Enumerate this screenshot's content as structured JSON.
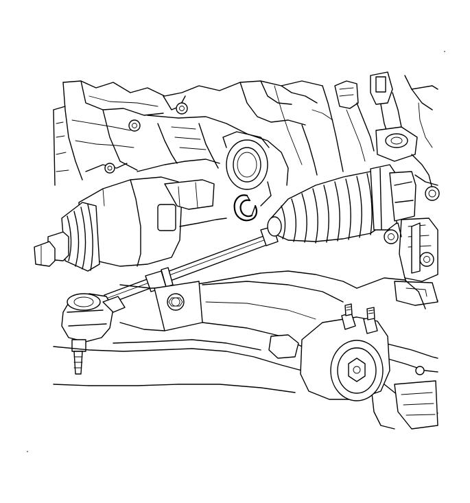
{
  "diagram": {
    "components": [
      "steering-gear-housing",
      "inner-boot",
      "outer-boot",
      "inner-tie-rod",
      "outer-tie-rod-end",
      "retaining-ring",
      "mounting-bushing",
      "frame-crossmember"
    ],
    "highlight": "retaining-ring",
    "style": "black line art on white background"
  }
}
